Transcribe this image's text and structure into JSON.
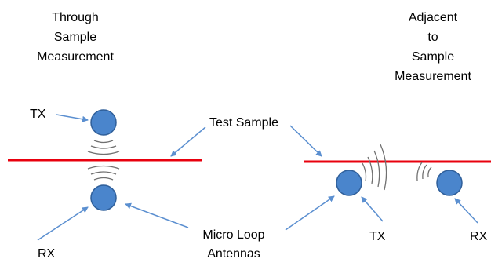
{
  "titles": {
    "through": [
      "Through",
      "Sample",
      "Measurement"
    ],
    "adjacent": [
      "Adjacent",
      "to",
      "Sample",
      "Measurement"
    ]
  },
  "labels": {
    "tx_left": "TX",
    "rx_left": "RX",
    "test_sample": "Test Sample",
    "micro_loop": [
      "Micro Loop",
      "Antennas"
    ],
    "tx_right": "TX",
    "rx_right": "RX"
  },
  "colors": {
    "sample_line": "#e8000e",
    "antenna_fill": "#4a85cc",
    "antenna_stroke": "#2f5f9a",
    "arrow": "#5b8fd0",
    "signal": "#707070"
  }
}
